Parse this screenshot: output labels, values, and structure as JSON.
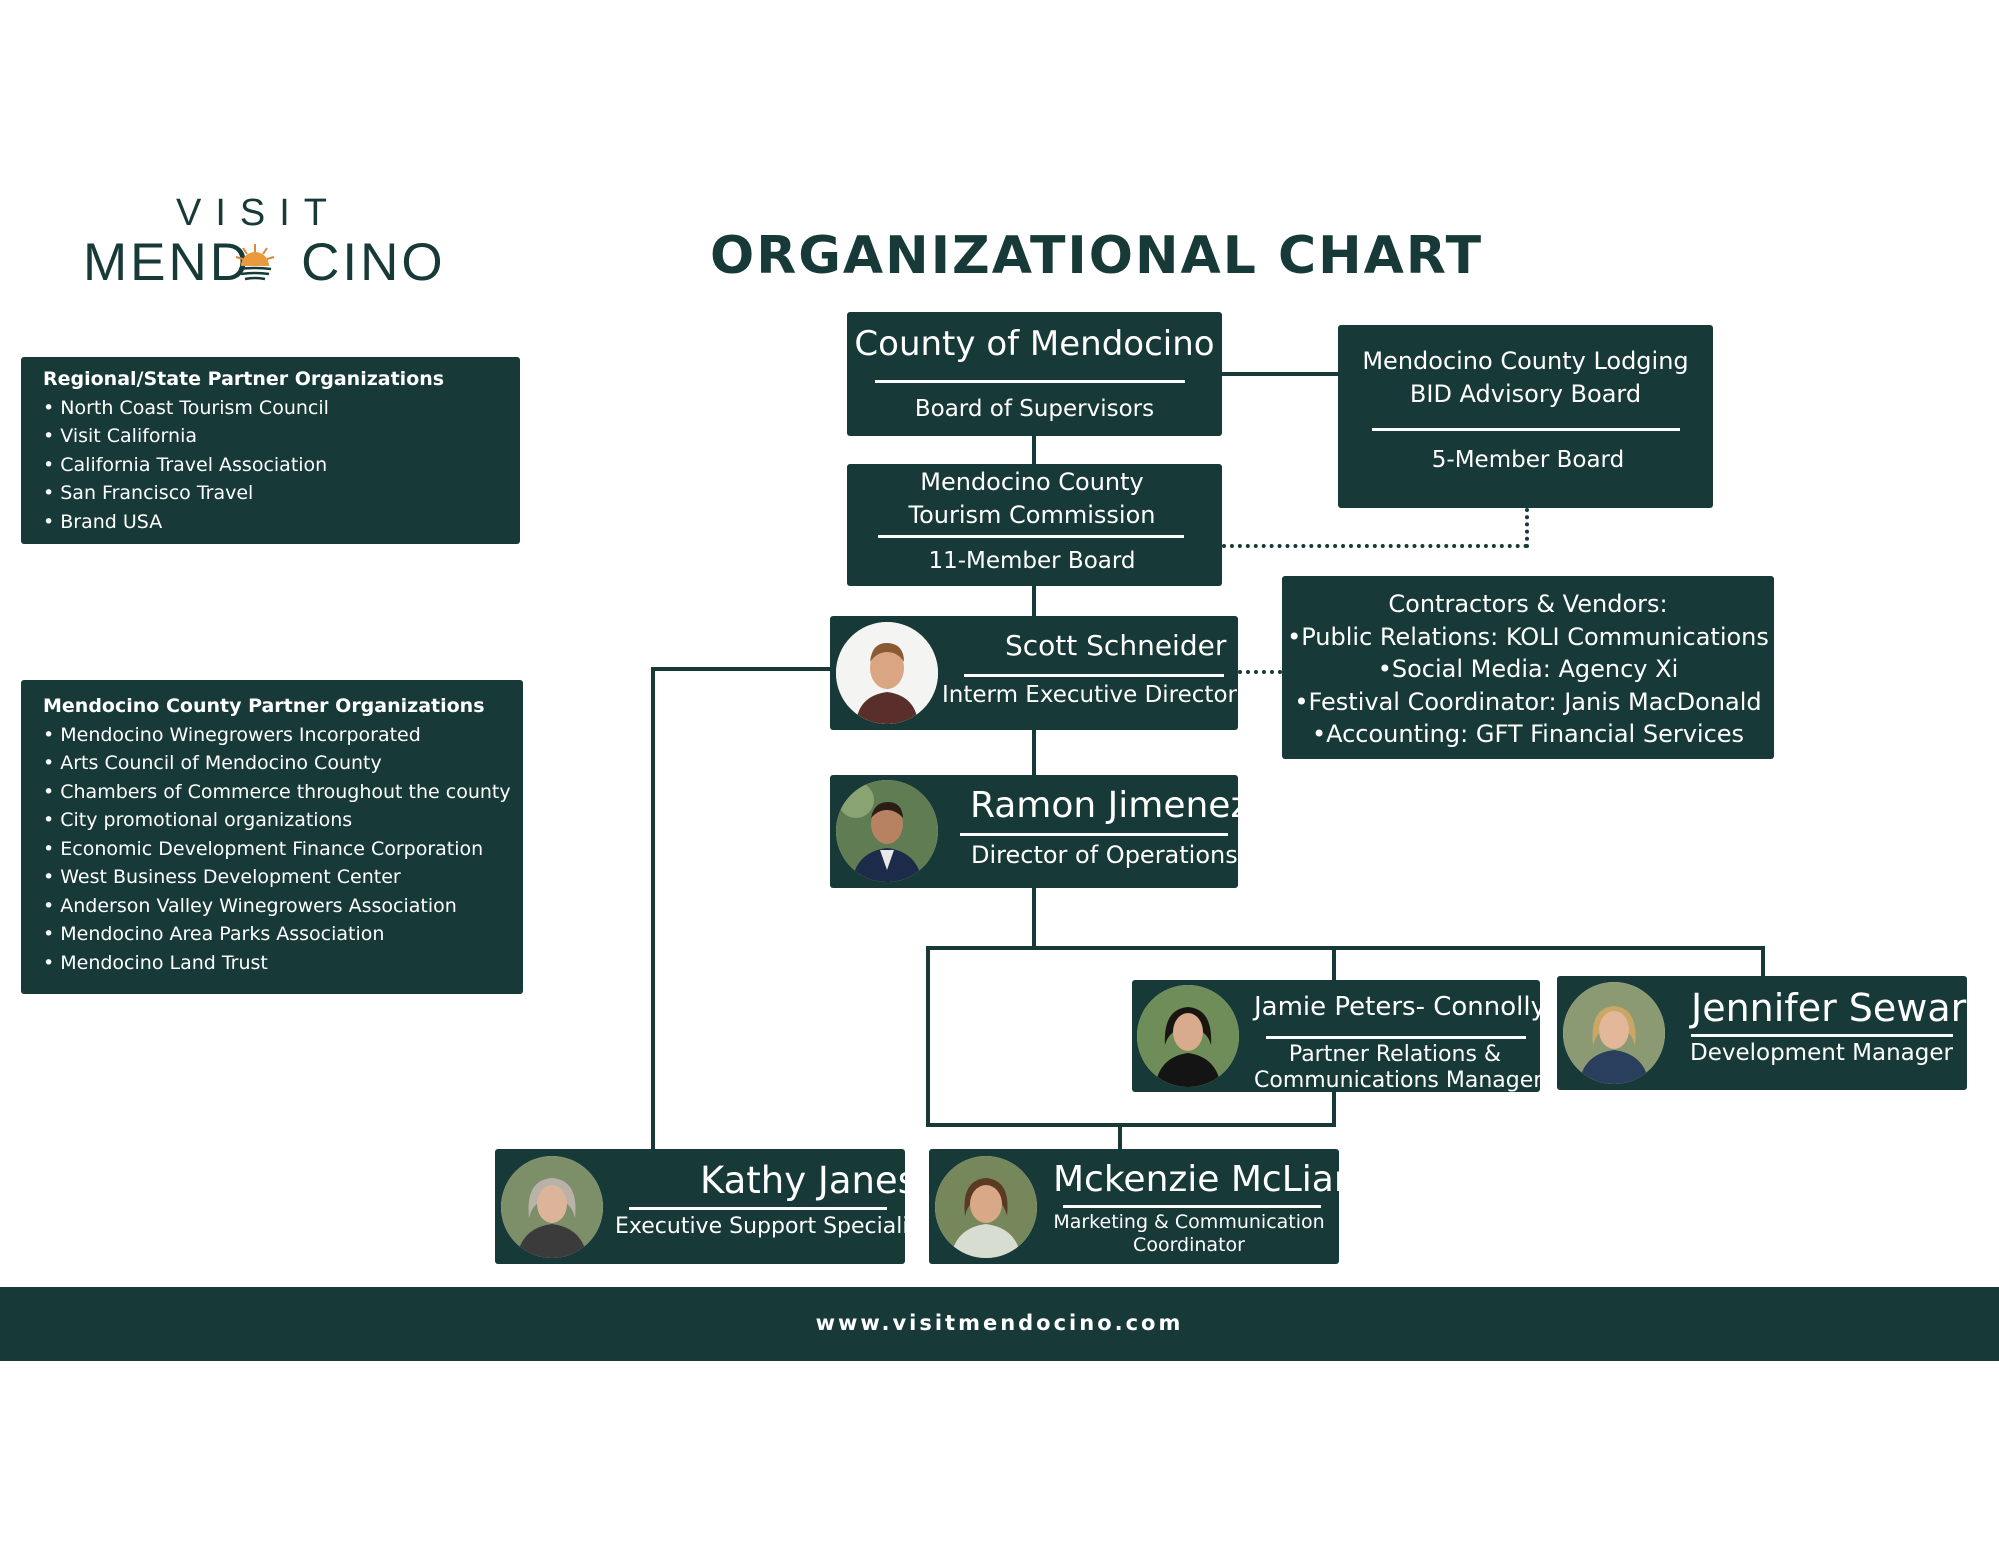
{
  "logo": {
    "top": "VISIT",
    "main_left": "MEND",
    "main_right": "CINO"
  },
  "title": "ORGANIZATIONAL CHART",
  "regional_partners": {
    "title": "Regional/State Partner Organizations",
    "items": [
      "North Coast Tourism Council",
      "Visit California",
      "California Travel Association",
      "San Francisco Travel",
      "Brand USA"
    ]
  },
  "county_partners": {
    "title": "Mendocino County Partner Organizations",
    "items": [
      "Mendocino Winegrowers Incorporated",
      "Arts Council of Mendocino County",
      "Chambers of Commerce throughout the county",
      "City promotional organizations",
      "Economic Development Finance Corporation",
      "West Business Development Center",
      "Anderson Valley Winegrowers Association",
      "Mendocino Area Parks Association",
      "Mendocino Land Trust"
    ]
  },
  "county": {
    "name": "County of  Mendocino",
    "sub": "Board of Supervisors"
  },
  "bid": {
    "line1": "Mendocino County Lodging",
    "line2": "BID Advisory Board",
    "sub": "5-Member Board"
  },
  "commission": {
    "line1": "Mendocino County",
    "line2": "Tourism Commission",
    "sub": "11-Member Board"
  },
  "contractors": {
    "title": "Contractors & Vendors:",
    "items": [
      "•Public Relations: KOLI Communications",
      "•Social Media: Agency Xi",
      "•Festival Coordinator: Janis MacDonald",
      "•Accounting: GFT Financial Services"
    ]
  },
  "people": {
    "scott": {
      "name": "Scott Schneider",
      "role": "Interm Executive Director"
    },
    "ramon": {
      "name": "Ramon Jimenez",
      "role": "Director of Operations"
    },
    "jamie": {
      "name": "Jamie Peters- Connolly",
      "role1": "Partner Relations &",
      "role2": "Communications Manager"
    },
    "jennifer": {
      "name": "Jennifer Seward",
      "role": "Development Manager"
    },
    "kathy": {
      "name": "Kathy Janes",
      "role": "Executive Support Specialist"
    },
    "mckenzie": {
      "name": "Mckenzie McLian",
      "role1": "Marketing & Communication",
      "role2": "Coordinator"
    }
  },
  "footer": {
    "url": "www.visitmendocino.com"
  },
  "colors": {
    "primary": "#173a38",
    "background": "#ffffff",
    "text_on_primary": "#ffffff"
  }
}
